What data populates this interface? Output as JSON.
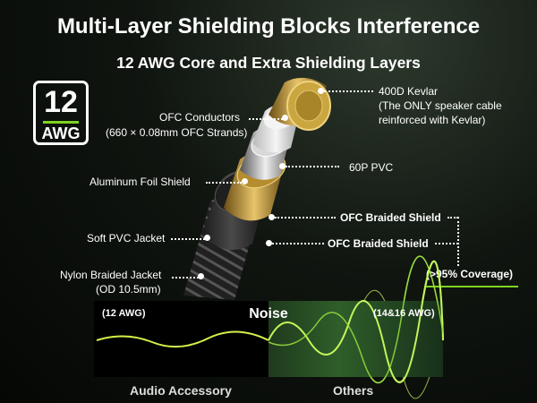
{
  "title": "Multi-Layer Shielding Blocks Interference",
  "subtitle": "12 AWG Core and Extra Shielding Layers",
  "badge": {
    "number": "12",
    "unit": "AWG"
  },
  "callouts": {
    "kevlar_line1": "400D Kevlar",
    "kevlar_line2": "(The ONLY speaker cable",
    "kevlar_line3": "reinforced with Kevlar)",
    "ofc_conductors_line1": "OFC Conductors",
    "ofc_conductors_line2": "(660 × 0.08mm OFC Strands)",
    "pvc": "60P PVC",
    "foil": "Aluminum Foil Shield",
    "braid1": "OFC Braided Shield",
    "braid2": "OFC Braided Shield",
    "soft_pvc": "Soft PVC Jacket",
    "nylon_line1": "Nylon Braided Jacket",
    "nylon_line2": "(OD 10.5mm)",
    "coverage": "(>95% Coverage)"
  },
  "comparison": {
    "title": "Noise",
    "left_tag": "(12 AWG)",
    "right_tag": "(14&16 AWG)",
    "left_caption": "Audio Accessory",
    "right_caption": "Others"
  },
  "colors": {
    "accent": "#7ed321",
    "gold": "#c9a640"
  }
}
